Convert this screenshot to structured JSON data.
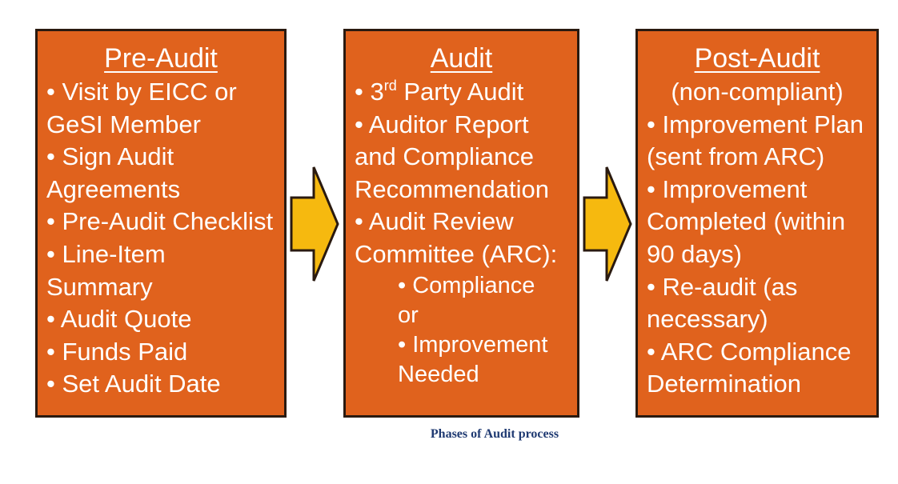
{
  "diagram": {
    "box_color": "#e0621d",
    "arrow_color": "#f6b90f",
    "phases": [
      {
        "title": "Pre-Audit",
        "lines": [
          "• Visit by EICC or",
          "GeSI Member",
          "• Sign Audit",
          "Agreements",
          "• Pre-Audit Checklist",
          "• Line-Item",
          "Summary",
          "• Audit Quote",
          "• Funds Paid",
          "• Set Audit Date"
        ]
      },
      {
        "title": "Audit",
        "line1_pre": "• 3",
        "line1_sup": "rd",
        "line1_post": " Party Audit",
        "lines": [
          "• Auditor Report",
          "and Compliance",
          "Recommendation",
          "• Audit Review",
          "Committee (ARC):"
        ],
        "sub_lines": [
          "• Compliance",
          "or",
          "• Improvement",
          "Needed"
        ]
      },
      {
        "title": "Post-Audit",
        "subtitle": "(non-compliant)",
        "lines": [
          "• Improvement Plan",
          "(sent from ARC)",
          "• Improvement",
          "Completed (within",
          "90 days)",
          "• Re-audit (as",
          "necessary)",
          "• ARC Compliance",
          "Determination"
        ]
      }
    ],
    "caption": "Phases of Audit process"
  }
}
